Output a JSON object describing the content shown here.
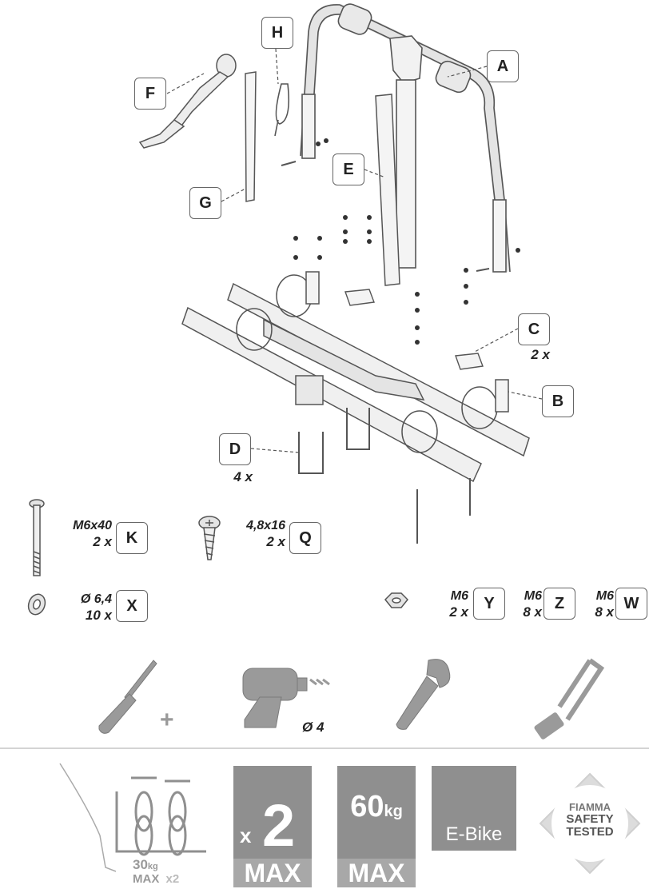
{
  "parts": [
    {
      "id": "A",
      "label": "A"
    },
    {
      "id": "B",
      "label": "B"
    },
    {
      "id": "C",
      "label": "C",
      "qty": "2 x"
    },
    {
      "id": "D",
      "label": "D",
      "qty": "4 x"
    },
    {
      "id": "E",
      "label": "E"
    },
    {
      "id": "F",
      "label": "F"
    },
    {
      "id": "G",
      "label": "G"
    },
    {
      "id": "H",
      "label": "H"
    }
  ],
  "hardware": [
    {
      "id": "K",
      "label": "K",
      "spec": "M6x40",
      "qty": "2 x"
    },
    {
      "id": "Q",
      "label": "Q",
      "spec": "4,8x16",
      "qty": "2 x"
    },
    {
      "id": "X",
      "label": "X",
      "spec": "Ø 6,4",
      "qty": "10 x"
    },
    {
      "id": "Y",
      "label": "Y",
      "spec": "M6",
      "qty": "2 x"
    },
    {
      "id": "Z",
      "label": "Z",
      "spec": "M6",
      "qty": "8 x"
    },
    {
      "id": "W",
      "label": "W",
      "spec": "M6",
      "qty": "8 x"
    }
  ],
  "tools": {
    "plus": "+",
    "drill_bit": "Ø 4",
    "items": [
      "screwdriver-icon",
      "drill-icon",
      "wrench-icon",
      "hacksaw-icon"
    ]
  },
  "specs": {
    "per_bike_weight": "30",
    "per_bike_weight_unit": "kg",
    "per_bike_max": "MAX",
    "per_bike_multiplier": "x2",
    "bikes_count_prefix": "x",
    "bikes_count": "2",
    "bikes_max": "MAX",
    "total_weight": "60",
    "total_weight_unit": "kg",
    "total_max": "MAX",
    "ebike_label": "E-Bike",
    "brand": "FIAMMA",
    "safety_line1": "SAFETY",
    "safety_line2": "TESTED"
  },
  "colors": {
    "box_gray": "#8f8f8f",
    "strip_gray": "#a8a8a8",
    "outline": "#555555",
    "tool_gray": "#9a9a9a"
  }
}
